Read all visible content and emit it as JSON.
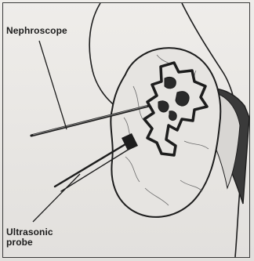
{
  "labels": {
    "nephroscope": "Nephroscope",
    "ultrasonic_line1": "Ultrasonic",
    "ultrasonic_line2": "probe"
  },
  "colors": {
    "ink": "#1d1d1d",
    "kidney_fill": "#e6e4e1",
    "stone_fill": "#2a2a2a",
    "background": "#e9e7e4"
  }
}
